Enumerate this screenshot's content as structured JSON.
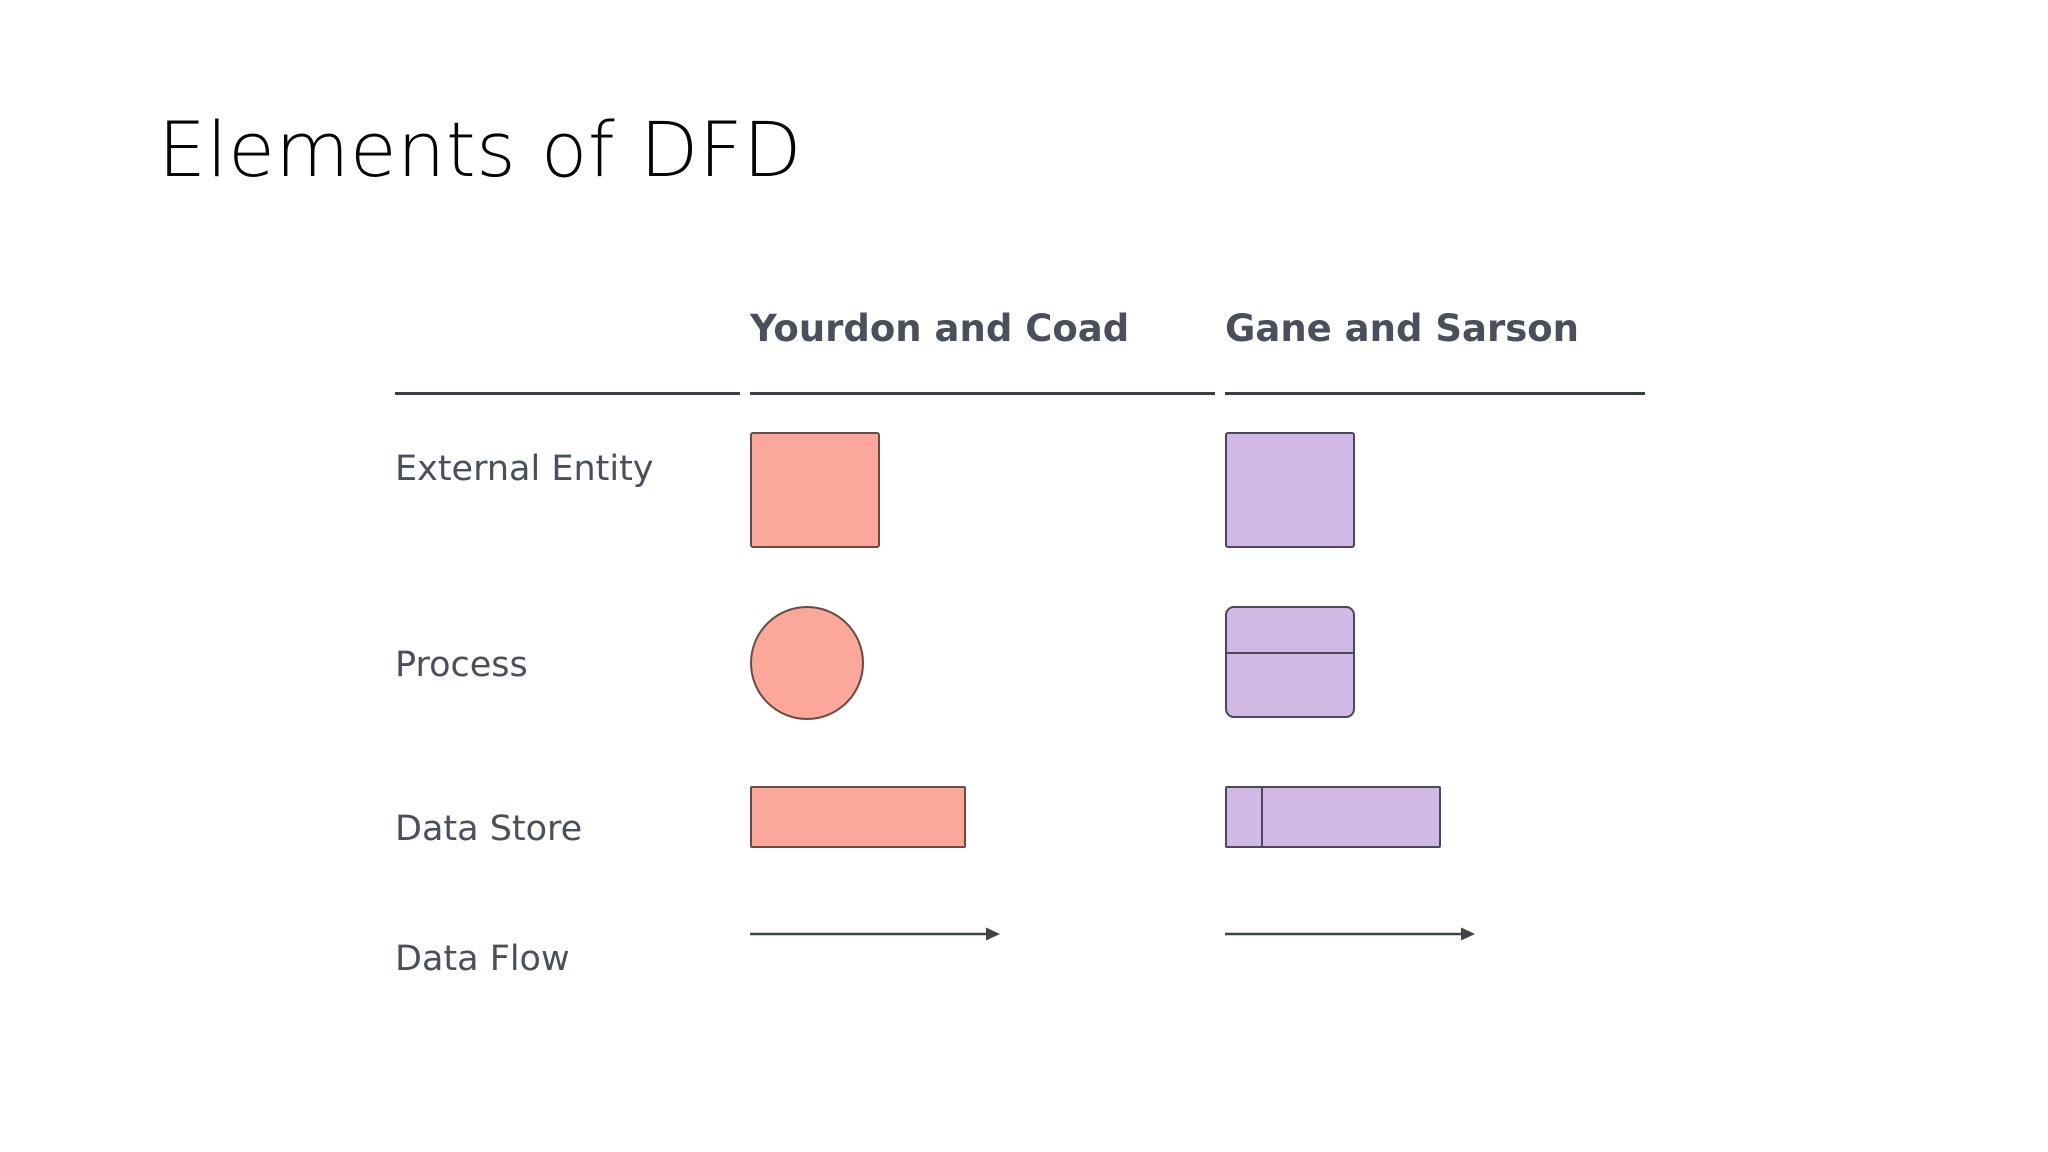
{
  "slide": {
    "title": "Elements of DFD",
    "background_color": "#ffffff"
  },
  "table": {
    "label_column_header": "",
    "columns": [
      {
        "key": "yourdon",
        "header": "Yourdon and Coad",
        "accent_fill": "#fba89a",
        "accent_stroke": "#6b4a44"
      },
      {
        "key": "gane",
        "header": "Gane and Sarson",
        "accent_fill": "#d0b9e4",
        "accent_stroke": "#4d4759"
      }
    ],
    "rows": [
      {
        "label": "External Entity",
        "yourdon_shape": "rectangle",
        "gane_shape": "rectangle"
      },
      {
        "label": "Process",
        "yourdon_shape": "circle",
        "gane_shape": "rounded-rectangle-with-top-band"
      },
      {
        "label": "Data Store",
        "yourdon_shape": "wide-rectangle",
        "gane_shape": "wide-rectangle-with-left-band"
      },
      {
        "label": "Data Flow",
        "yourdon_shape": "arrow",
        "gane_shape": "arrow"
      }
    ],
    "rule_color": "#3a3f47",
    "header_text_color": "#4a4f5c",
    "label_text_color": "#4a4f5c",
    "arrow_color": "#3f434b"
  }
}
